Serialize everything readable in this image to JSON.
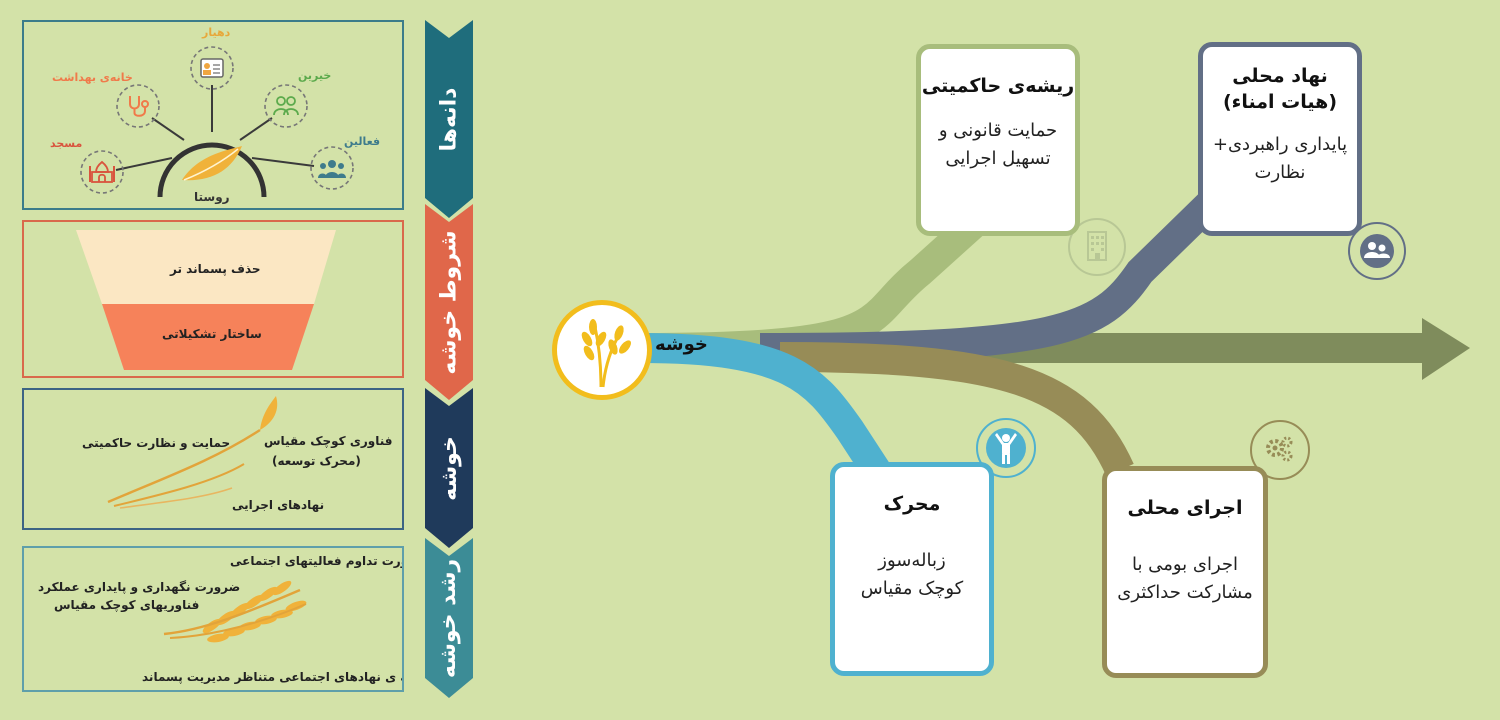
{
  "panel_village": {
    "center_label": "روستا",
    "actors": {
      "dehyar": "دهیار",
      "health_house": "خانه‌ی بهداشت",
      "benefactors": "خیرین",
      "mosque": "مسجد",
      "activists": "فعالین"
    }
  },
  "panel_conditions": {
    "top_label": "حذف پسماند تر",
    "bottom_label": "ساختار تشکیلاتی"
  },
  "panel_cluster": {
    "tech_label": "فناوری کوچک مقیاس",
    "tech_sub_label": "(محرک توسعه)",
    "support_label": "حمایت و نظارت حاکمیتی",
    "exec_label": "نهادهای اجرایی"
  },
  "panel_growth": {
    "line1": "ضرورت تداوم فعالیتهای اجتماعی",
    "line2": "ضرورت نگهداری و پایداری عملکرد",
    "line3": "فناوریهای کوچک مقیاس",
    "line4": "توسعه ی نهادهای اجتماعی متناظر مدیریت پسماند"
  },
  "tabs": {
    "seeds": "دانه‌ها",
    "conditions": "شروط خوشه",
    "cluster": "خوشه",
    "growth": "رشد خوشه"
  },
  "diagram": {
    "start_label": "خوشه",
    "cards": {
      "gov": {
        "title": "ریشه‌ی حاکمیتی",
        "line1": "حمایت قانونی و",
        "line2": "تسهیل اجرایی"
      },
      "local_inst": {
        "title": "نهاد محلی",
        "title2": "(هیات امناء)",
        "line1": "پایداری راهبردی+",
        "line2": "نظارت"
      },
      "driver": {
        "title": "محرک",
        "line1": "زباله‌سوز",
        "line2": "کوچک مقیاس"
      },
      "local_exec": {
        "title": "اجرای محلی",
        "line1": "اجرای بومی با",
        "line2": "مشارکت حداکثری"
      }
    },
    "icons": {
      "gov": "building-icon",
      "local_inst": "people-icon",
      "driver": "person-icon",
      "local_exec": "gears-icon",
      "start": "wheat-icon"
    },
    "colors": {
      "gov": "#a8bd7c",
      "local_inst": "#626f86",
      "driver": "#4fb1cf",
      "local_exec": "#978c57",
      "arrow": "#7f8c5c",
      "start": "#f2bd1c"
    }
  }
}
